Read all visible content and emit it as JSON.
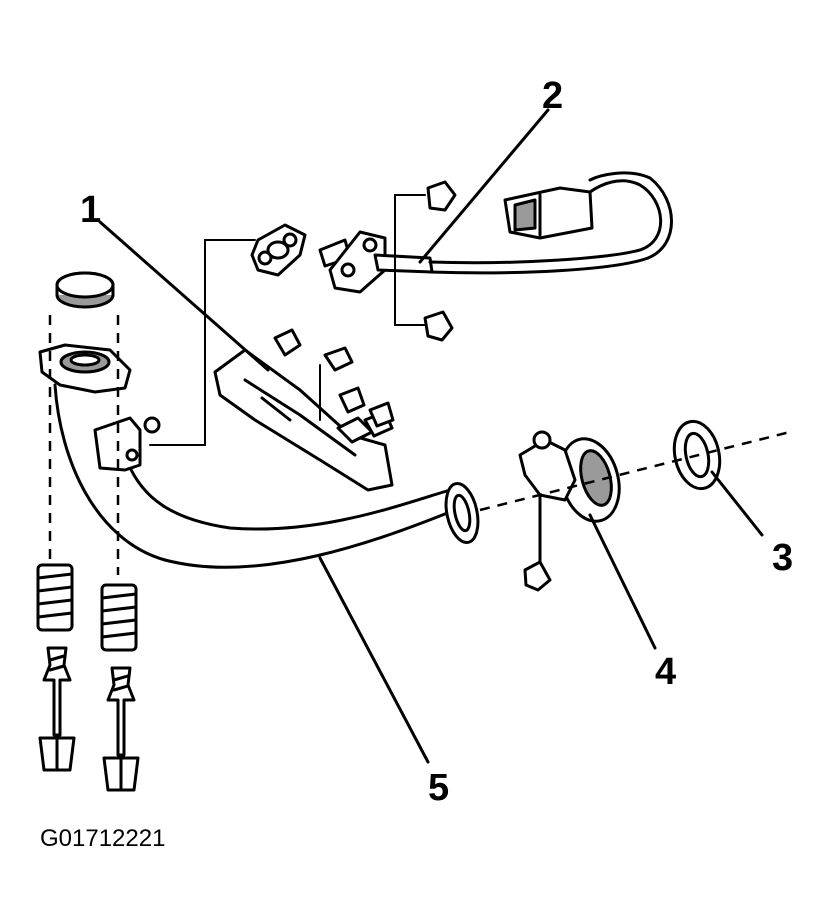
{
  "callouts": [
    {
      "id": "1",
      "label": "1"
    },
    {
      "id": "2",
      "label": "2"
    },
    {
      "id": "3",
      "label": "3"
    },
    {
      "id": "4",
      "label": "4"
    },
    {
      "id": "5",
      "label": "5"
    }
  ],
  "figure_id": "G01712221"
}
